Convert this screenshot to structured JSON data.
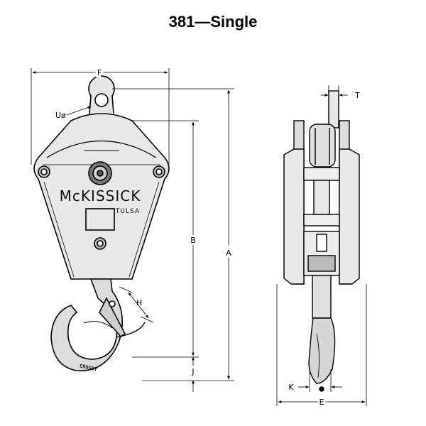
{
  "title": "381—Single",
  "brand": {
    "name": "McKISSICK",
    "city": "TULSA",
    "hook_stamp": "CROSBY"
  },
  "dimensions": {
    "A": "A",
    "B": "B",
    "E": "E",
    "F": "F",
    "H": "H",
    "J": "J",
    "K": "K",
    "T": "T",
    "U": "Uø"
  },
  "colors": {
    "line": "#000000",
    "shade": "#dcdcdc",
    "dark": "#555555"
  }
}
